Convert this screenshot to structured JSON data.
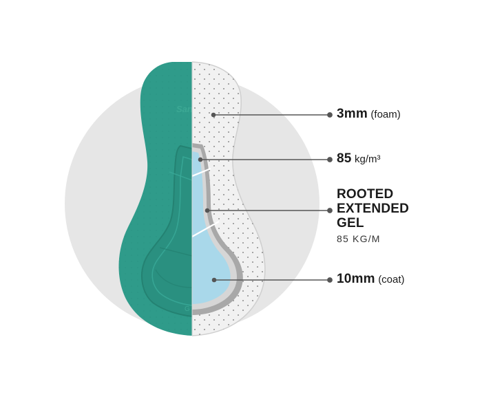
{
  "callouts": [
    {
      "bold": "3mm",
      "light": "(foam)"
    },
    {
      "bold": "85",
      "light": "kg/m³"
    },
    {
      "bold_lines": [
        "ROOTED",
        "EXTENDED",
        "GEL"
      ],
      "sub": "85 KG/M"
    },
    {
      "bold": "10mm",
      "light": "(coat)"
    }
  ],
  "pad": {
    "logo_text": "San",
    "bottom_text": "G"
  },
  "colors": {
    "background_circle": "#e6e6e6",
    "pad_teal": "#2f9b8a",
    "pad_teal_dark": "#237f71",
    "foam_fill": "#f1f1f1",
    "gel_fill": "#a9d8ea",
    "gel_rim": "#a8a8a8",
    "leader_line": "#555555"
  }
}
